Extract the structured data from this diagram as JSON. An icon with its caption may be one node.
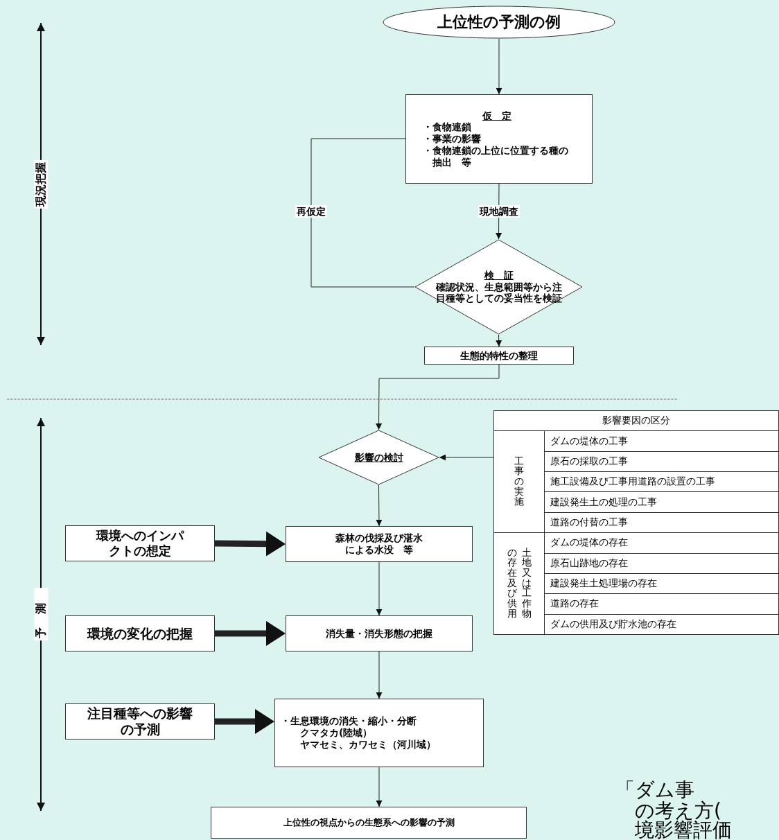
{
  "diagram": {
    "nodes": [
      {
        "text": [
          "上位性の予測の例"
        ]
      },
      {
        "text": [
          "仮　定",
          "・食物連鎖",
          "・事業の影響",
          "・食物連鎖の上位に位置する種の抽出　等"
        ]
      },
      {
        "text": [
          "検　証",
          "確認状況、生息範囲等から注目種等としての妥当性を検証"
        ]
      },
      {
        "text": [
          "生態的特性の整理"
        ]
      },
      {
        "text": [
          "影響の検討"
        ]
      },
      {
        "text": [
          "影響要因の区分",
          "工事の実施",
          "ダムの堤体の工事",
          "原石の採取の工事",
          "施工設備及び工事用道路の設置の工事",
          "建設発生土の処理の工事",
          "道路の付替の工事",
          "土地又は工作物の存在及び供用",
          "ダムの堤体の存在",
          "原石山跡地の存在",
          "建設発生土処理場の存在",
          "道路の存在",
          "ダムの供用及び貯水池の存在"
        ]
      },
      {
        "text": [
          "環境へのインパクトの想定"
        ]
      },
      {
        "text": [
          "森林の伐採及び湛水による水没　等"
        ]
      },
      {
        "text": [
          "環境の変化の把握"
        ]
      },
      {
        "text": [
          "消失量・消失形態の把握"
        ]
      },
      {
        "text": [
          "注目種等への影響の予測"
        ]
      },
      {
        "text": [
          "・生息環境の消失・縮小・分断",
          "クマタカ(陸域）",
          "ヤマセミ、カワセミ（河川域）"
        ]
      },
      {
        "text": [
          "上位性の視点からの生態系への影響の予測"
        ]
      }
    ],
    "edges": [
      {
        "from": 0,
        "to": 1,
        "arrow": "to"
      },
      {
        "from": 1,
        "to": 2,
        "arrow": "to",
        "label": "現地調査"
      },
      {
        "from": 2,
        "to": 1,
        "arrow": "none",
        "label": "再仮定"
      },
      {
        "from": 2,
        "to": 3,
        "arrow": "to"
      },
      {
        "from": 3,
        "to": 4,
        "arrow": "to"
      },
      {
        "from": 5,
        "to": 4,
        "arrow": "to"
      },
      {
        "from": 4,
        "to": 7,
        "arrow": "to"
      },
      {
        "from": 7,
        "to": 9,
        "arrow": "to"
      },
      {
        "from": 9,
        "to": 11,
        "arrow": "to"
      },
      {
        "from": 11,
        "to": 12,
        "arrow": "to"
      },
      {
        "from": 6,
        "to": 7,
        "arrow": "to",
        "style": "thick"
      },
      {
        "from": 8,
        "to": 9,
        "arrow": "to",
        "style": "thick"
      },
      {
        "from": 10,
        "to": 11,
        "arrow": "to",
        "style": "thick"
      }
    ],
    "labels": [
      "現況把握",
      "予測",
      "「ダム事",
      "の考え方(",
      "境影響評価"
    ]
  }
}
